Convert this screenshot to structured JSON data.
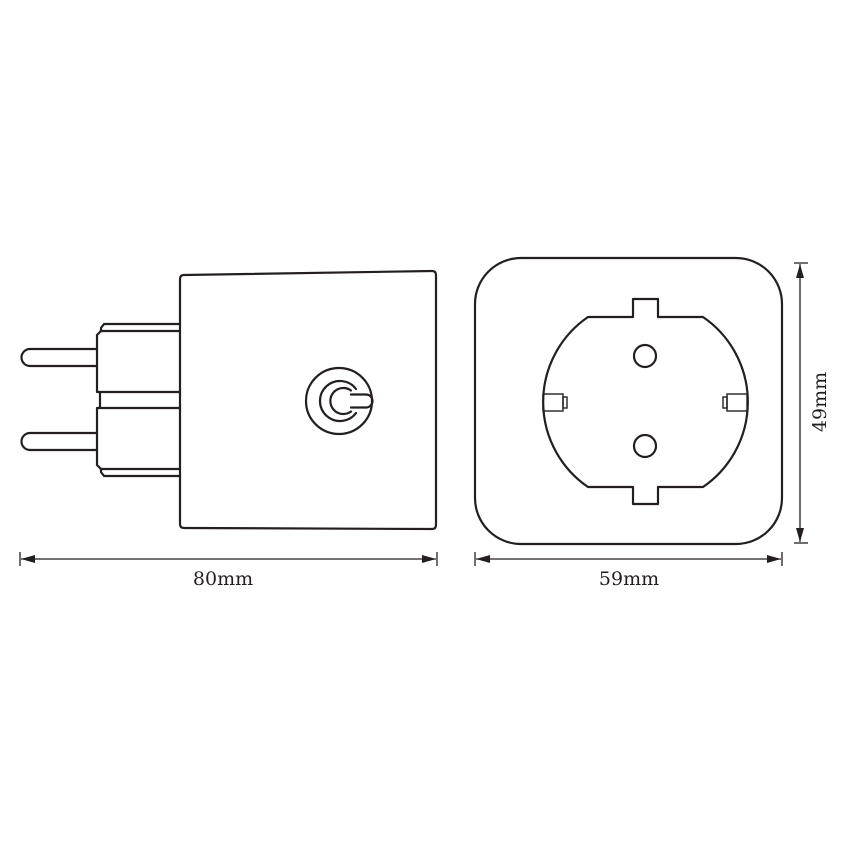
{
  "diagram": {
    "type": "technical-dimension-drawing",
    "subject": "smart plug",
    "views": [
      {
        "name": "side-view",
        "features": [
          "two round pins",
          "plug base",
          "body",
          "power button"
        ]
      },
      {
        "name": "front-view",
        "features": [
          "rounded square face",
          "schuko socket recess",
          "two socket holes",
          "two earthing clips"
        ]
      }
    ],
    "colors": {
      "line": "#231f20",
      "background": "#ffffff"
    }
  },
  "dimensions": {
    "length": {
      "label": "80mm",
      "value": 80,
      "unit": "mm"
    },
    "width": {
      "label": "59mm",
      "value": 59,
      "unit": "mm"
    },
    "height": {
      "label": "49mm",
      "value": 49,
      "unit": "mm"
    }
  }
}
